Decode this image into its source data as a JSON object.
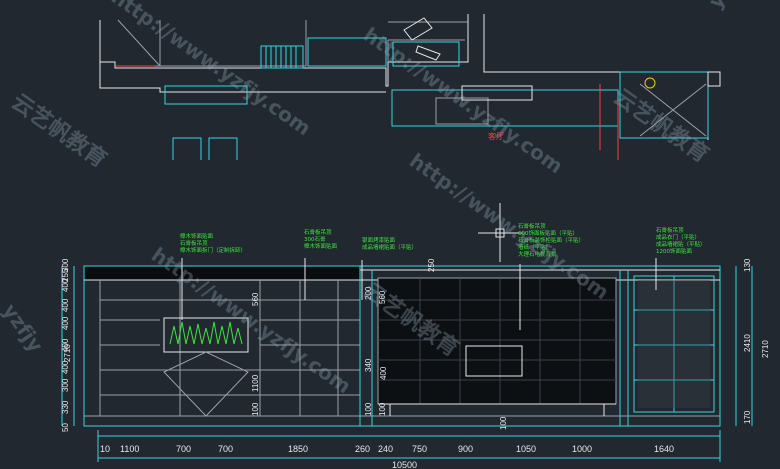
{
  "plan": {
    "room_label": "客厅"
  },
  "elevation": {
    "bottom_dims": [
      "10",
      "1100",
      "700",
      "700",
      "1850",
      "260",
      "240",
      "750",
      "900",
      "1050",
      "1000",
      "1640"
    ],
    "total_width": "10500",
    "left_dims": [
      "50",
      "330",
      "300",
      "400",
      "400",
      "400",
      "400",
      "400",
      "255",
      "300"
    ],
    "left_total": "2710",
    "right_dims": [
      "130",
      "2410",
      "170"
    ],
    "right_total": "2710",
    "inner_dims": [
      "560",
      "1100",
      "100",
      "560",
      "100",
      "200",
      "340",
      "100",
      "250",
      "400",
      "100"
    ],
    "notes": [
      [
        "樟木饰面贴面",
        "石膏板吊顶",
        "樟木饰面拆门（定制拆卸）"
      ],
      [
        "石膏板吊顶",
        "300石膏",
        "樟木饰面贴面"
      ],
      [
        "银面烤漆贴面",
        "成品墙裙贴面（平贴）"
      ],
      [
        "石膏板吊顶",
        "600饰面板贴面（平贴）",
        "石膏板装饰柜贴面（平贴）",
        "墙纸（平贴）",
        "大理石电视背景"
      ],
      [
        "石膏板吊顶",
        "成品衣门（平贴）",
        "成品墙裙贴（平贴）",
        "1200饰面贴面"
      ]
    ]
  },
  "watermark": {
    "cn": "云艺帆教育",
    "url": "http://www.yzfjy.com",
    "short": "yzfjy"
  },
  "colors": {
    "background": "#212830",
    "cyan": "#2fd8e0",
    "white": "#e8e8e8",
    "gray": "#9aa0a6",
    "green": "#3be63b",
    "red": "#ff3b3b",
    "yellow": "#f0d000"
  }
}
